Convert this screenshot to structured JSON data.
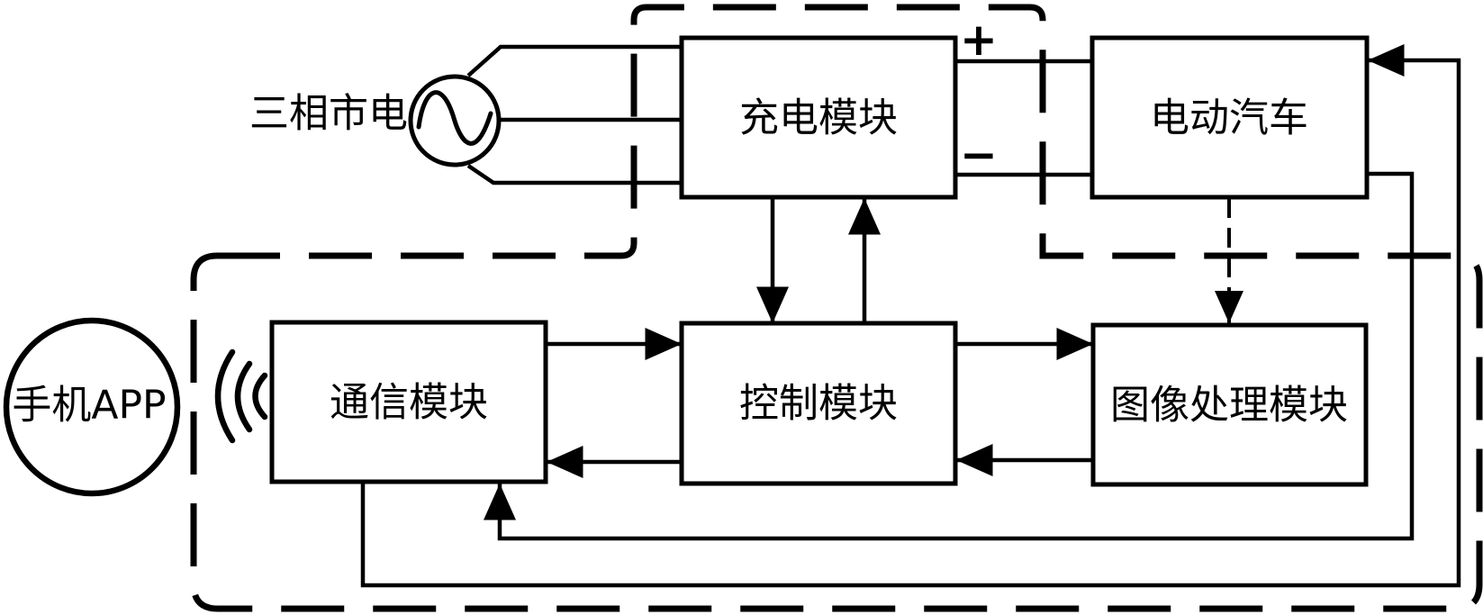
{
  "diagram": {
    "title_hint": "EV charging pile system block diagram",
    "nodes": {
      "mains": {
        "label": "三相市电"
      },
      "charging": {
        "label": "充电模块"
      },
      "ev": {
        "label": "电动汽车"
      },
      "phone": {
        "label": "手机APP"
      },
      "comm": {
        "label": "通信模块"
      },
      "control": {
        "label": "控制模块"
      },
      "image": {
        "label": "图像处理模块"
      }
    },
    "terminals": {
      "positive": "+",
      "negative": "−"
    },
    "edges": [
      {
        "id": "mains-to-charging",
        "from": "mains",
        "to": "charging",
        "style": "solid",
        "arrow": false,
        "note": "three-phase wires"
      },
      {
        "id": "charging-to-ev-positive",
        "from": "charging",
        "to": "ev",
        "style": "solid",
        "arrow": false,
        "label": "+"
      },
      {
        "id": "charging-to-ev-negative",
        "from": "charging",
        "to": "ev",
        "style": "solid",
        "arrow": false,
        "label": "−"
      },
      {
        "id": "charging-to-control",
        "from": "charging",
        "to": "control",
        "style": "solid",
        "arrow": true
      },
      {
        "id": "control-to-charging",
        "from": "control",
        "to": "charging",
        "style": "solid",
        "arrow": true
      },
      {
        "id": "comm-to-control",
        "from": "comm",
        "to": "control",
        "style": "solid",
        "arrow": true
      },
      {
        "id": "control-to-comm",
        "from": "control",
        "to": "comm",
        "style": "solid",
        "arrow": true
      },
      {
        "id": "control-to-image",
        "from": "control",
        "to": "image",
        "style": "solid",
        "arrow": true
      },
      {
        "id": "image-to-control",
        "from": "image",
        "to": "control",
        "style": "solid",
        "arrow": true
      },
      {
        "id": "ev-to-image",
        "from": "ev",
        "to": "image",
        "style": "dashed",
        "arrow": true
      },
      {
        "id": "ev-to-comm",
        "from": "ev",
        "to": "comm",
        "style": "solid",
        "arrow": true
      },
      {
        "id": "comm-to-ev",
        "from": "comm",
        "to": "ev",
        "style": "solid",
        "arrow": true
      },
      {
        "id": "phone-to-comm",
        "from": "phone",
        "to": "comm",
        "style": "wireless",
        "arrow": false
      }
    ],
    "colors": {
      "line": "#000000",
      "background": "#ffffff"
    }
  }
}
